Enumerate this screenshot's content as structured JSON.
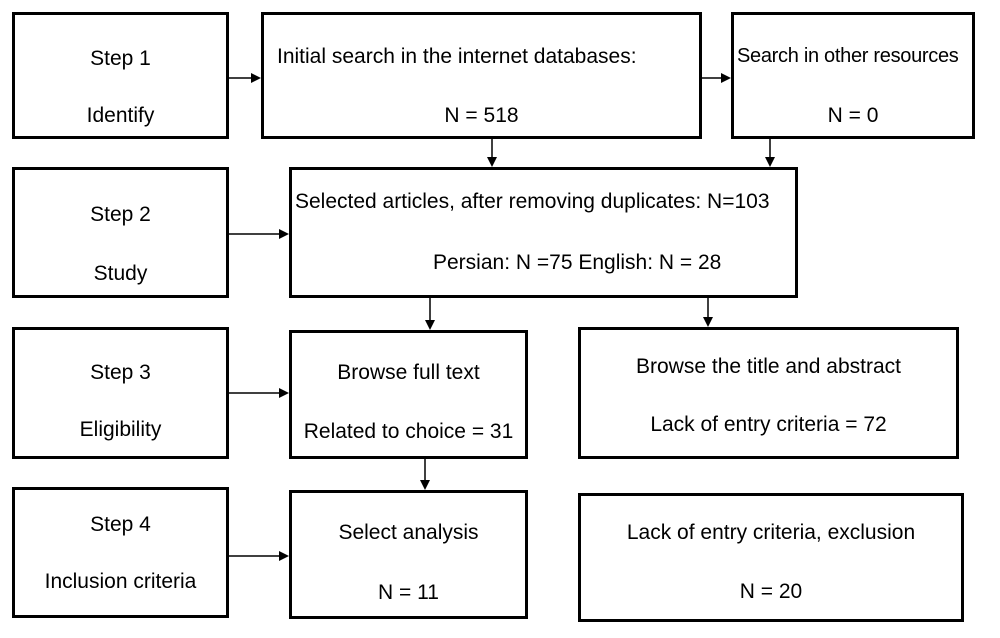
{
  "steps": [
    {
      "label": "Step 1",
      "sub": "Identify"
    },
    {
      "label": "Step 2",
      "sub": "Study"
    },
    {
      "label": "Step 3",
      "sub": "Eligibility"
    },
    {
      "label": "Step 4",
      "sub": "Inclusion criteria"
    }
  ],
  "boxes": {
    "initial_search": {
      "title": "Initial search in the internet databases:",
      "count": "N = 518"
    },
    "other_resources": {
      "title": "Search in other resources",
      "count": "N = 0"
    },
    "selected_articles": {
      "title": "Selected articles, after removing duplicates: N=103",
      "detail": "Persian: N =75  English: N = 28"
    },
    "full_text": {
      "title": "Browse full text",
      "detail": "Related to choice = 31"
    },
    "title_abstract": {
      "title": "Browse the title and abstract",
      "detail": "Lack of entry criteria = 72"
    },
    "select_analysis": {
      "title": "Select analysis",
      "count": "N = 11"
    },
    "exclusion": {
      "title": "Lack of entry criteria, exclusion",
      "count": "N = 20"
    }
  }
}
